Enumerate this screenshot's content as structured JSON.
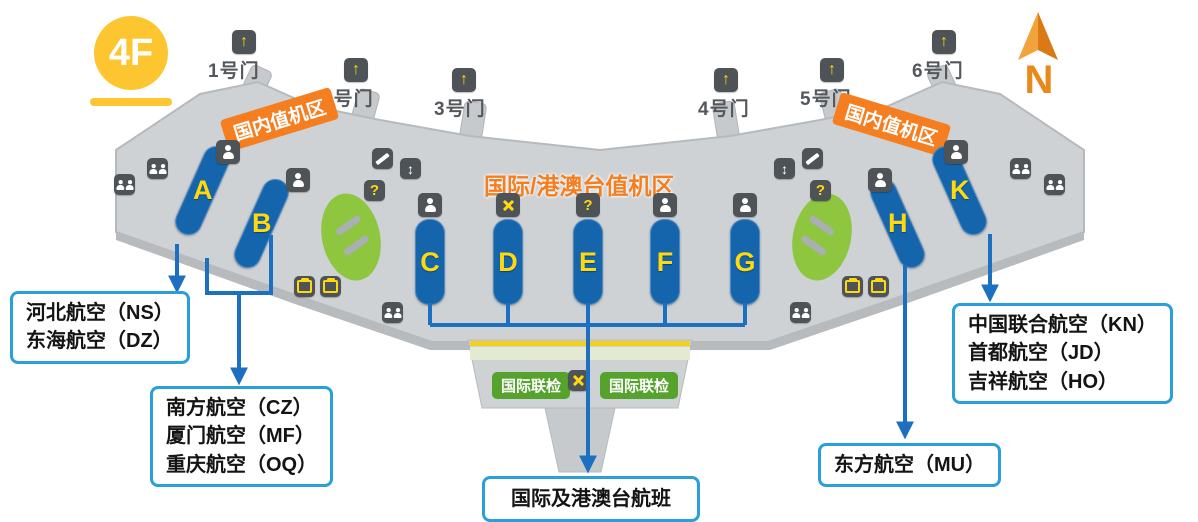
{
  "floor_badge": {
    "label": "4F"
  },
  "compass": {
    "label": "N"
  },
  "gates": [
    "1号门",
    "2号门",
    "3号门",
    "4号门",
    "5号门",
    "6号门"
  ],
  "zones": {
    "domestic_left": "国内值机区",
    "international_center": "国际/港澳台值机区",
    "domestic_right": "国内值机区"
  },
  "islands": [
    "A",
    "B",
    "C",
    "D",
    "E",
    "F",
    "G",
    "H",
    "K"
  ],
  "inspection": {
    "left": "国际联检",
    "right": "国际联检"
  },
  "callouts": {
    "left": {
      "lines": [
        "河北航空（NS）",
        "东海航空（DZ）"
      ]
    },
    "left_center": {
      "lines": [
        "南方航空（CZ）",
        "厦门航空（MF）",
        "重庆航空（OQ）"
      ]
    },
    "bottom_center": {
      "lines": [
        "国际及港澳台航班"
      ]
    },
    "right": {
      "lines": [
        "中国联合航空（KN）",
        "首都航空（JD）",
        "吉祥航空（HO）"
      ]
    },
    "right_lower": {
      "lines": [
        "东方航空（MU）"
      ]
    }
  },
  "icons": {
    "question_mark": "?",
    "gate_arrow": "↑",
    "elevator": "↕"
  },
  "colors": {
    "zone_label_orange": "#f57e20",
    "island_blue": "#1565ad",
    "island_letter_yellow": "#ffd90f",
    "connector_blue": "#1d6fc0",
    "callout_border_blue": "#2b9fd9",
    "terminal_gray": "#ced2d5",
    "garden_green": "#8ec63f",
    "inspection_green": "#55a32c",
    "badge_yellow": "#fdc52f"
  }
}
